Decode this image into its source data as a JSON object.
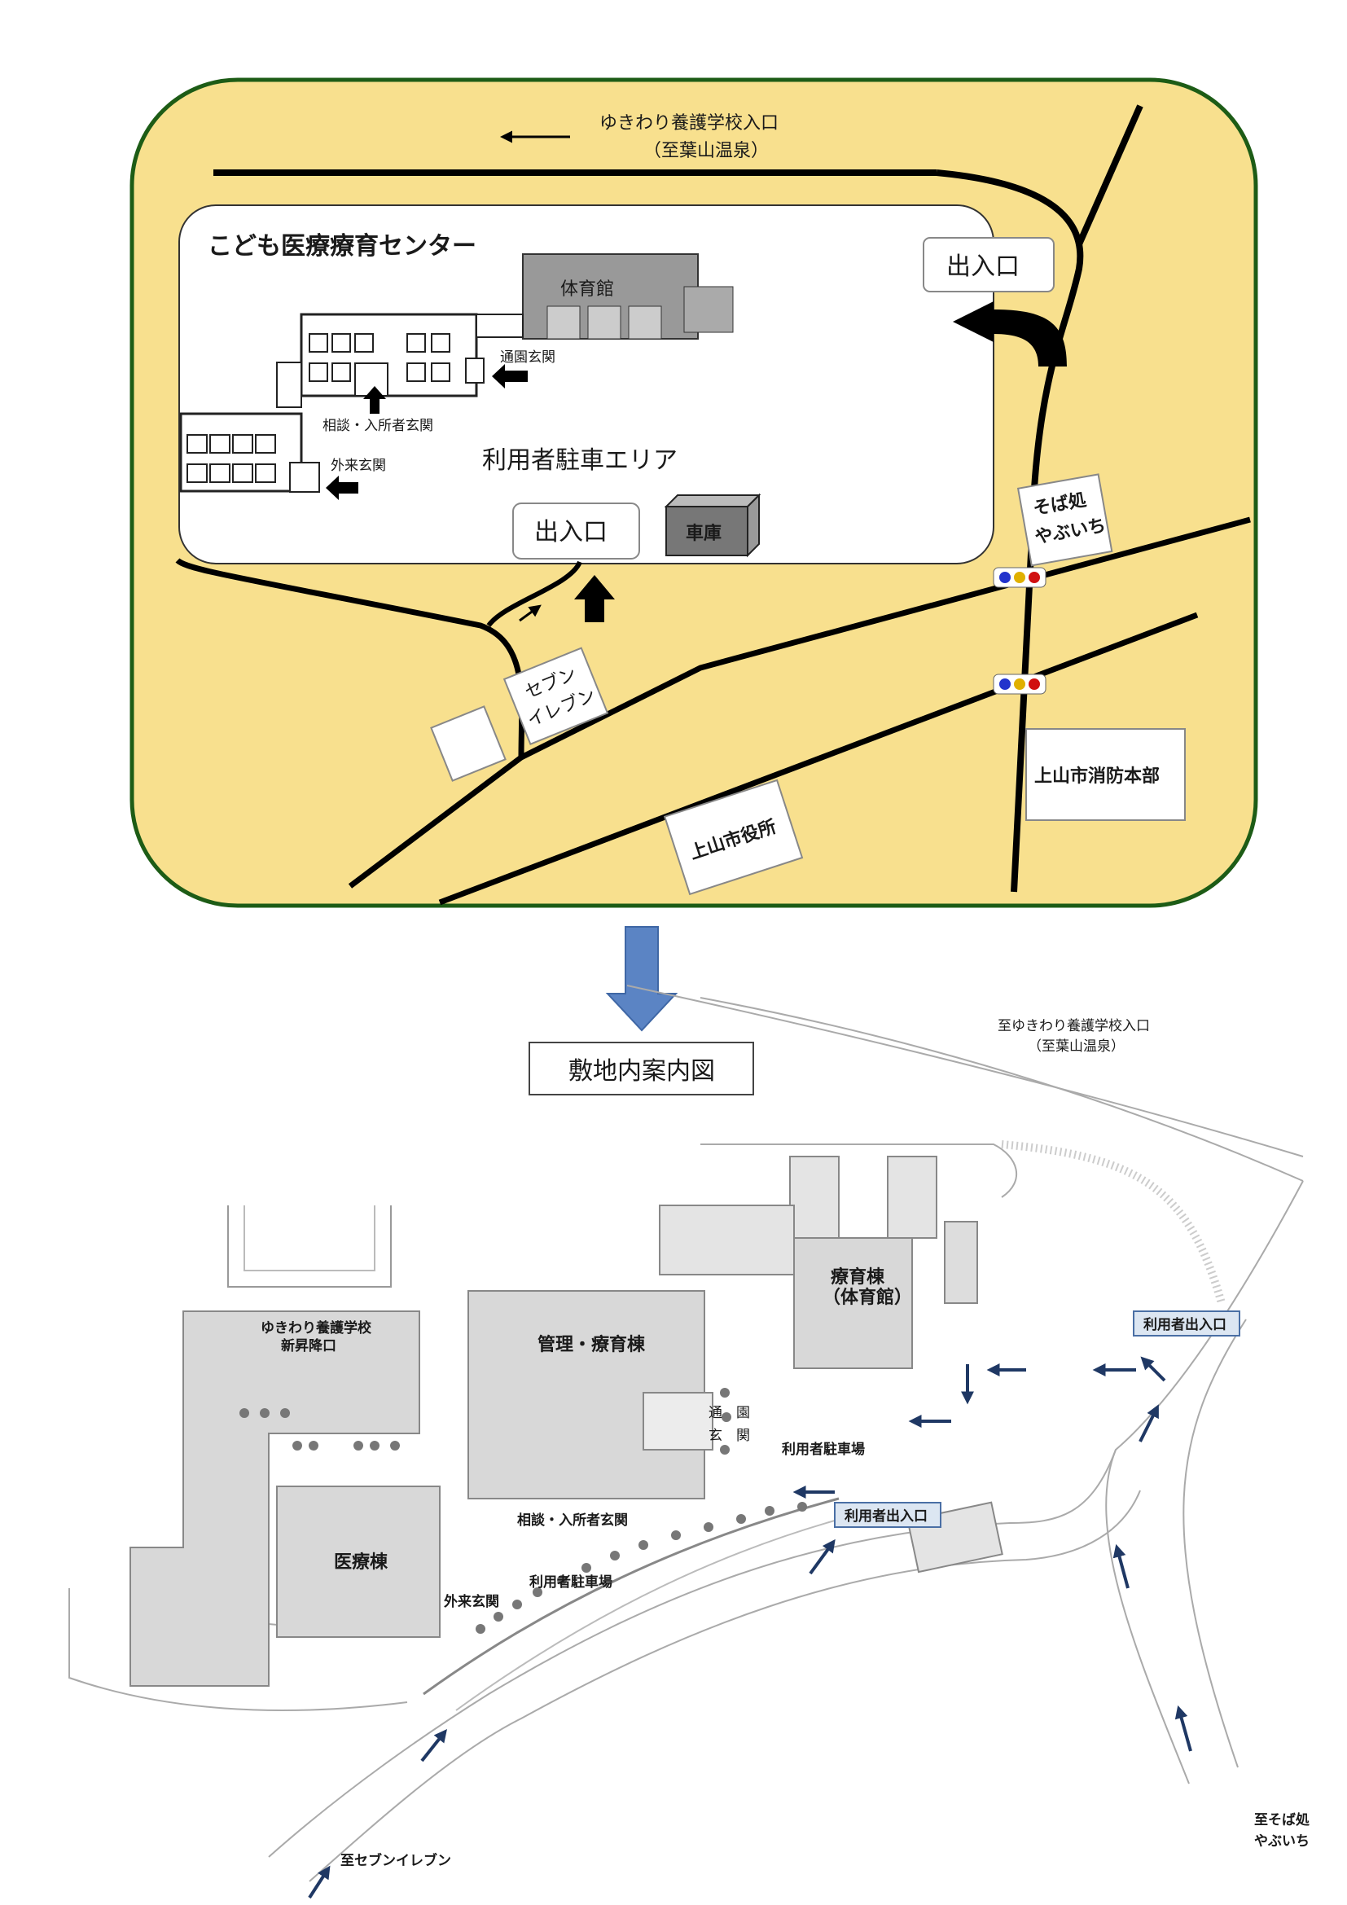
{
  "top_map": {
    "road_top": "ゆきわり養護学校入口",
    "road_top_sub": "（至葉山温泉）",
    "facility": "こども医療療育センター",
    "gym": "体育館",
    "entrance_school": "通園玄関",
    "entrance_consult": "相談・入所者玄関",
    "entrance_outpatient": "外来玄関",
    "parking": "利用者駐車エリア",
    "exit_right": "出入口",
    "exit_bottom": "出入口",
    "garage": "車庫",
    "soba_l1": "そば処",
    "soba_l2": "やぶいち",
    "seven_l1": "セブン",
    "seven_l2": "イレブン",
    "fire_dept": "上山市消防本部",
    "city_hall": "上山市役所"
  },
  "bottom_map": {
    "title": "敷地内案内図",
    "to_school_l1": "至ゆきわり養護学校入口",
    "to_school_l2": "（至葉山温泉）",
    "school_entrance_l1": "ゆきわり養護学校",
    "school_entrance_l2": "新昇降口",
    "admin": "管理・療育棟",
    "therapy_l1": "療育棟",
    "therapy_l2": "（体育館）",
    "medical": "医療棟",
    "school_entrance_v": [
      "通",
      "玄",
      "園",
      "関"
    ],
    "parking_1": "利用者駐車場",
    "parking_2": "利用者駐車場",
    "consult_entrance": "相談・入所者玄関",
    "outpatient_entrance": "外来玄関",
    "user_entrance_1": "利用者出入口",
    "user_entrance_2": "利用者出入口",
    "to_seven": "至セブンイレブン",
    "to_soba_l1": "至そば処",
    "to_soba_l2": "やぶいち"
  },
  "colors": {
    "map_fill": "#f8e08e",
    "map_border": "#1d5c16",
    "arrow_blue": "#5b84c4",
    "route_arrow": "#1f3864",
    "building": "#d8d8d8",
    "entrance_box": "#dce6f2"
  },
  "icons": [
    "traffic-light-icon",
    "direction-arrow-icon",
    "down-arrow-icon"
  ]
}
